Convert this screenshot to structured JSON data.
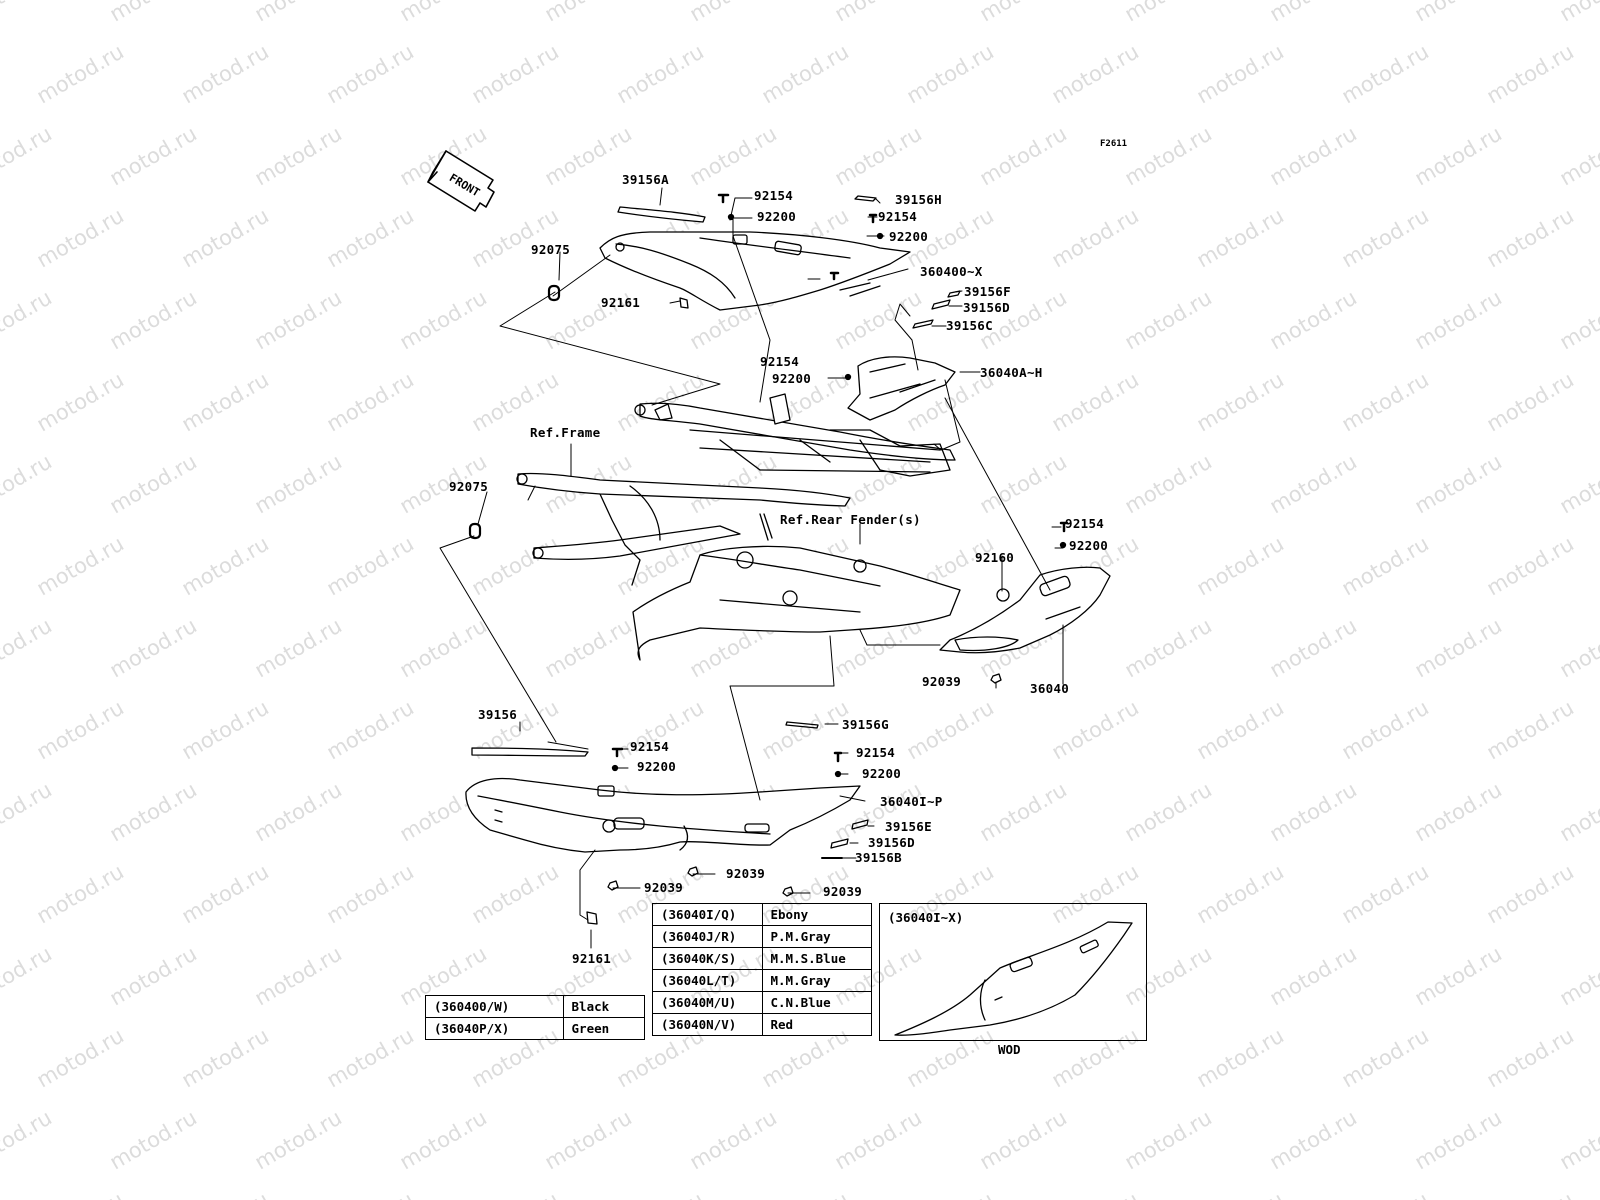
{
  "watermark": {
    "text": "motod.ru",
    "color": "#dcdcdc"
  },
  "diagram_code": "F2611",
  "front_badge": "FRONT",
  "labels": {
    "p39156A": "39156A",
    "p92154_a": "92154",
    "p92200_a": "92200",
    "p39156H": "39156H",
    "p92154_b": "92154",
    "p92200_b": "92200",
    "p360400X": "360400~X",
    "p39156F": "39156F",
    "p39156D_a": "39156D",
    "p39156C": "39156C",
    "p92075_a": "92075",
    "p92161_a": "92161",
    "p92154_c": "92154",
    "p92200_c": "92200",
    "p36040AH": "36040A~H",
    "ref_frame": "Ref.Frame",
    "p92075_b": "92075",
    "ref_rear_fender": "Ref.Rear Fender(s)",
    "p92154_d": "92154",
    "p92200_d": "92200",
    "p92160": "92160",
    "p92039_a": "92039",
    "p36040": "36040",
    "p39156G": "39156G",
    "p39156": "39156",
    "p92154_e": "92154",
    "p92200_e": "92200",
    "p92154_f": "92154",
    "p92200_f": "92200",
    "p36040IP": "36040I~P",
    "p39156E": "39156E",
    "p39156D_b": "39156D",
    "p39156B": "39156B",
    "p92039_b": "92039",
    "p92039_c": "92039",
    "p92039_d": "92039",
    "p92161_b": "92161"
  },
  "color_table_left": [
    {
      "code": "(360400/W)",
      "color": "Black"
    },
    {
      "code": "(36040P/X)",
      "color": "Green"
    }
  ],
  "color_table_right": [
    {
      "code": "(36040I/Q)",
      "color": "Ebony"
    },
    {
      "code": "(36040J/R)",
      "color": "P.M.Gray"
    },
    {
      "code": "(36040K/S)",
      "color": "M.M.S.Blue"
    },
    {
      "code": "(36040L/T)",
      "color": "M.M.Gray"
    },
    {
      "code": "(36040M/U)",
      "color": "C.N.Blue"
    },
    {
      "code": "(36040N/V)",
      "color": "Red"
    }
  ],
  "wod_inset": {
    "title": "(36040I~X)",
    "caption": "WOD"
  }
}
